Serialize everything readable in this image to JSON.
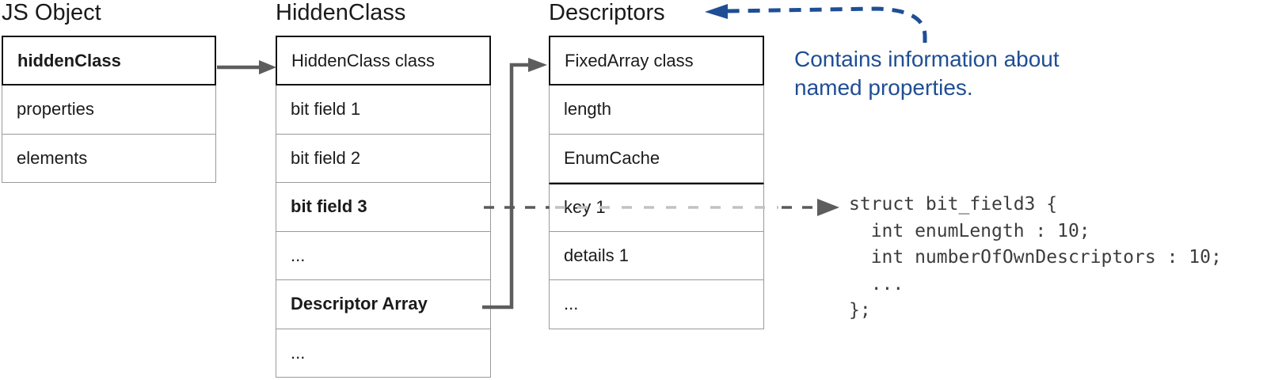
{
  "tables": {
    "js_object": {
      "title": "JS Object",
      "rows": [
        {
          "label": "hiddenClass"
        },
        {
          "label": "properties"
        },
        {
          "label": "elements"
        }
      ]
    },
    "hidden_class": {
      "title": "HiddenClass",
      "rows": [
        {
          "label": "HiddenClass class"
        },
        {
          "label": "bit field 1"
        },
        {
          "label": "bit field 2"
        },
        {
          "label": "bit field 3"
        },
        {
          "label": "..."
        },
        {
          "label": "Descriptor Array"
        },
        {
          "label": "..."
        }
      ]
    },
    "descriptors": {
      "title": "Descriptors",
      "rows": [
        {
          "label": "FixedArray class"
        },
        {
          "label": "length"
        },
        {
          "label": "EnumCache"
        },
        {
          "label": "key 1"
        },
        {
          "label": "details 1"
        },
        {
          "label": "..."
        }
      ]
    }
  },
  "annotation": {
    "line1": "Contains information about",
    "line2": "named properties.",
    "color": "#1f4e94"
  },
  "code": {
    "lines": [
      "struct bit_field3 {",
      "  int enumLength : 10;",
      "  int numberOfOwnDescriptors : 10;",
      "  ...",
      "};"
    ]
  },
  "connections": [
    {
      "from": "hiddenClass",
      "to": "HiddenClass class",
      "style": "solid-gray-arrow"
    },
    {
      "from": "Descriptor Array",
      "to": "FixedArray class",
      "style": "solid-gray-arrow"
    },
    {
      "from": "bit field 3",
      "through": "key 1",
      "to": "struct bit_field3 code",
      "style": "dashed-gray-arrow"
    },
    {
      "from": "annotation text",
      "to": "Descriptors title",
      "style": "dashed-blue-arrow"
    }
  ],
  "colors": {
    "accent_blue": "#1f4e94",
    "arrow_gray": "#5d5d5d",
    "dash_light_gray": "#c2c2c2",
    "border_black": "#121212",
    "border_gray": "#9a9a9a"
  }
}
